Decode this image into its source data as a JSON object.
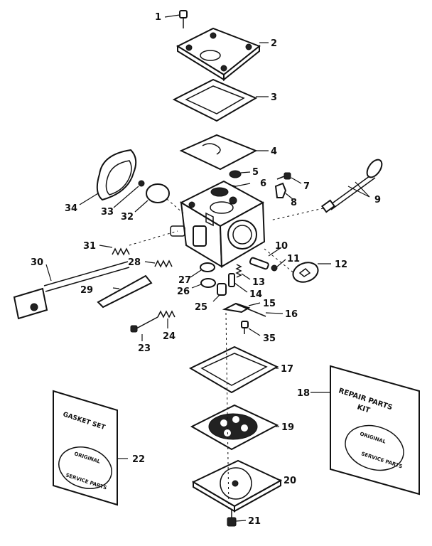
{
  "callouts": [
    "1",
    "2",
    "3",
    "4",
    "5",
    "6",
    "7",
    "8",
    "9",
    "10",
    "11",
    "12",
    "13",
    "14",
    "15",
    "16",
    "17",
    "18",
    "19",
    "20",
    "21",
    "22",
    "23",
    "24",
    "25",
    "26",
    "27",
    "28",
    "29",
    "30",
    "31",
    "32",
    "33",
    "34",
    "35"
  ],
  "gasket_kit": {
    "title": "GASKET SET",
    "stamp_line1": "ORIGINAL",
    "stamp_line2": "SERVICE PARTS"
  },
  "repair_kit": {
    "title_line1": "REPAIR PARTS",
    "title_line2": "KIT",
    "stamp_line1": "ORIGINAL",
    "stamp_line2": "SERVICE PARTS"
  }
}
